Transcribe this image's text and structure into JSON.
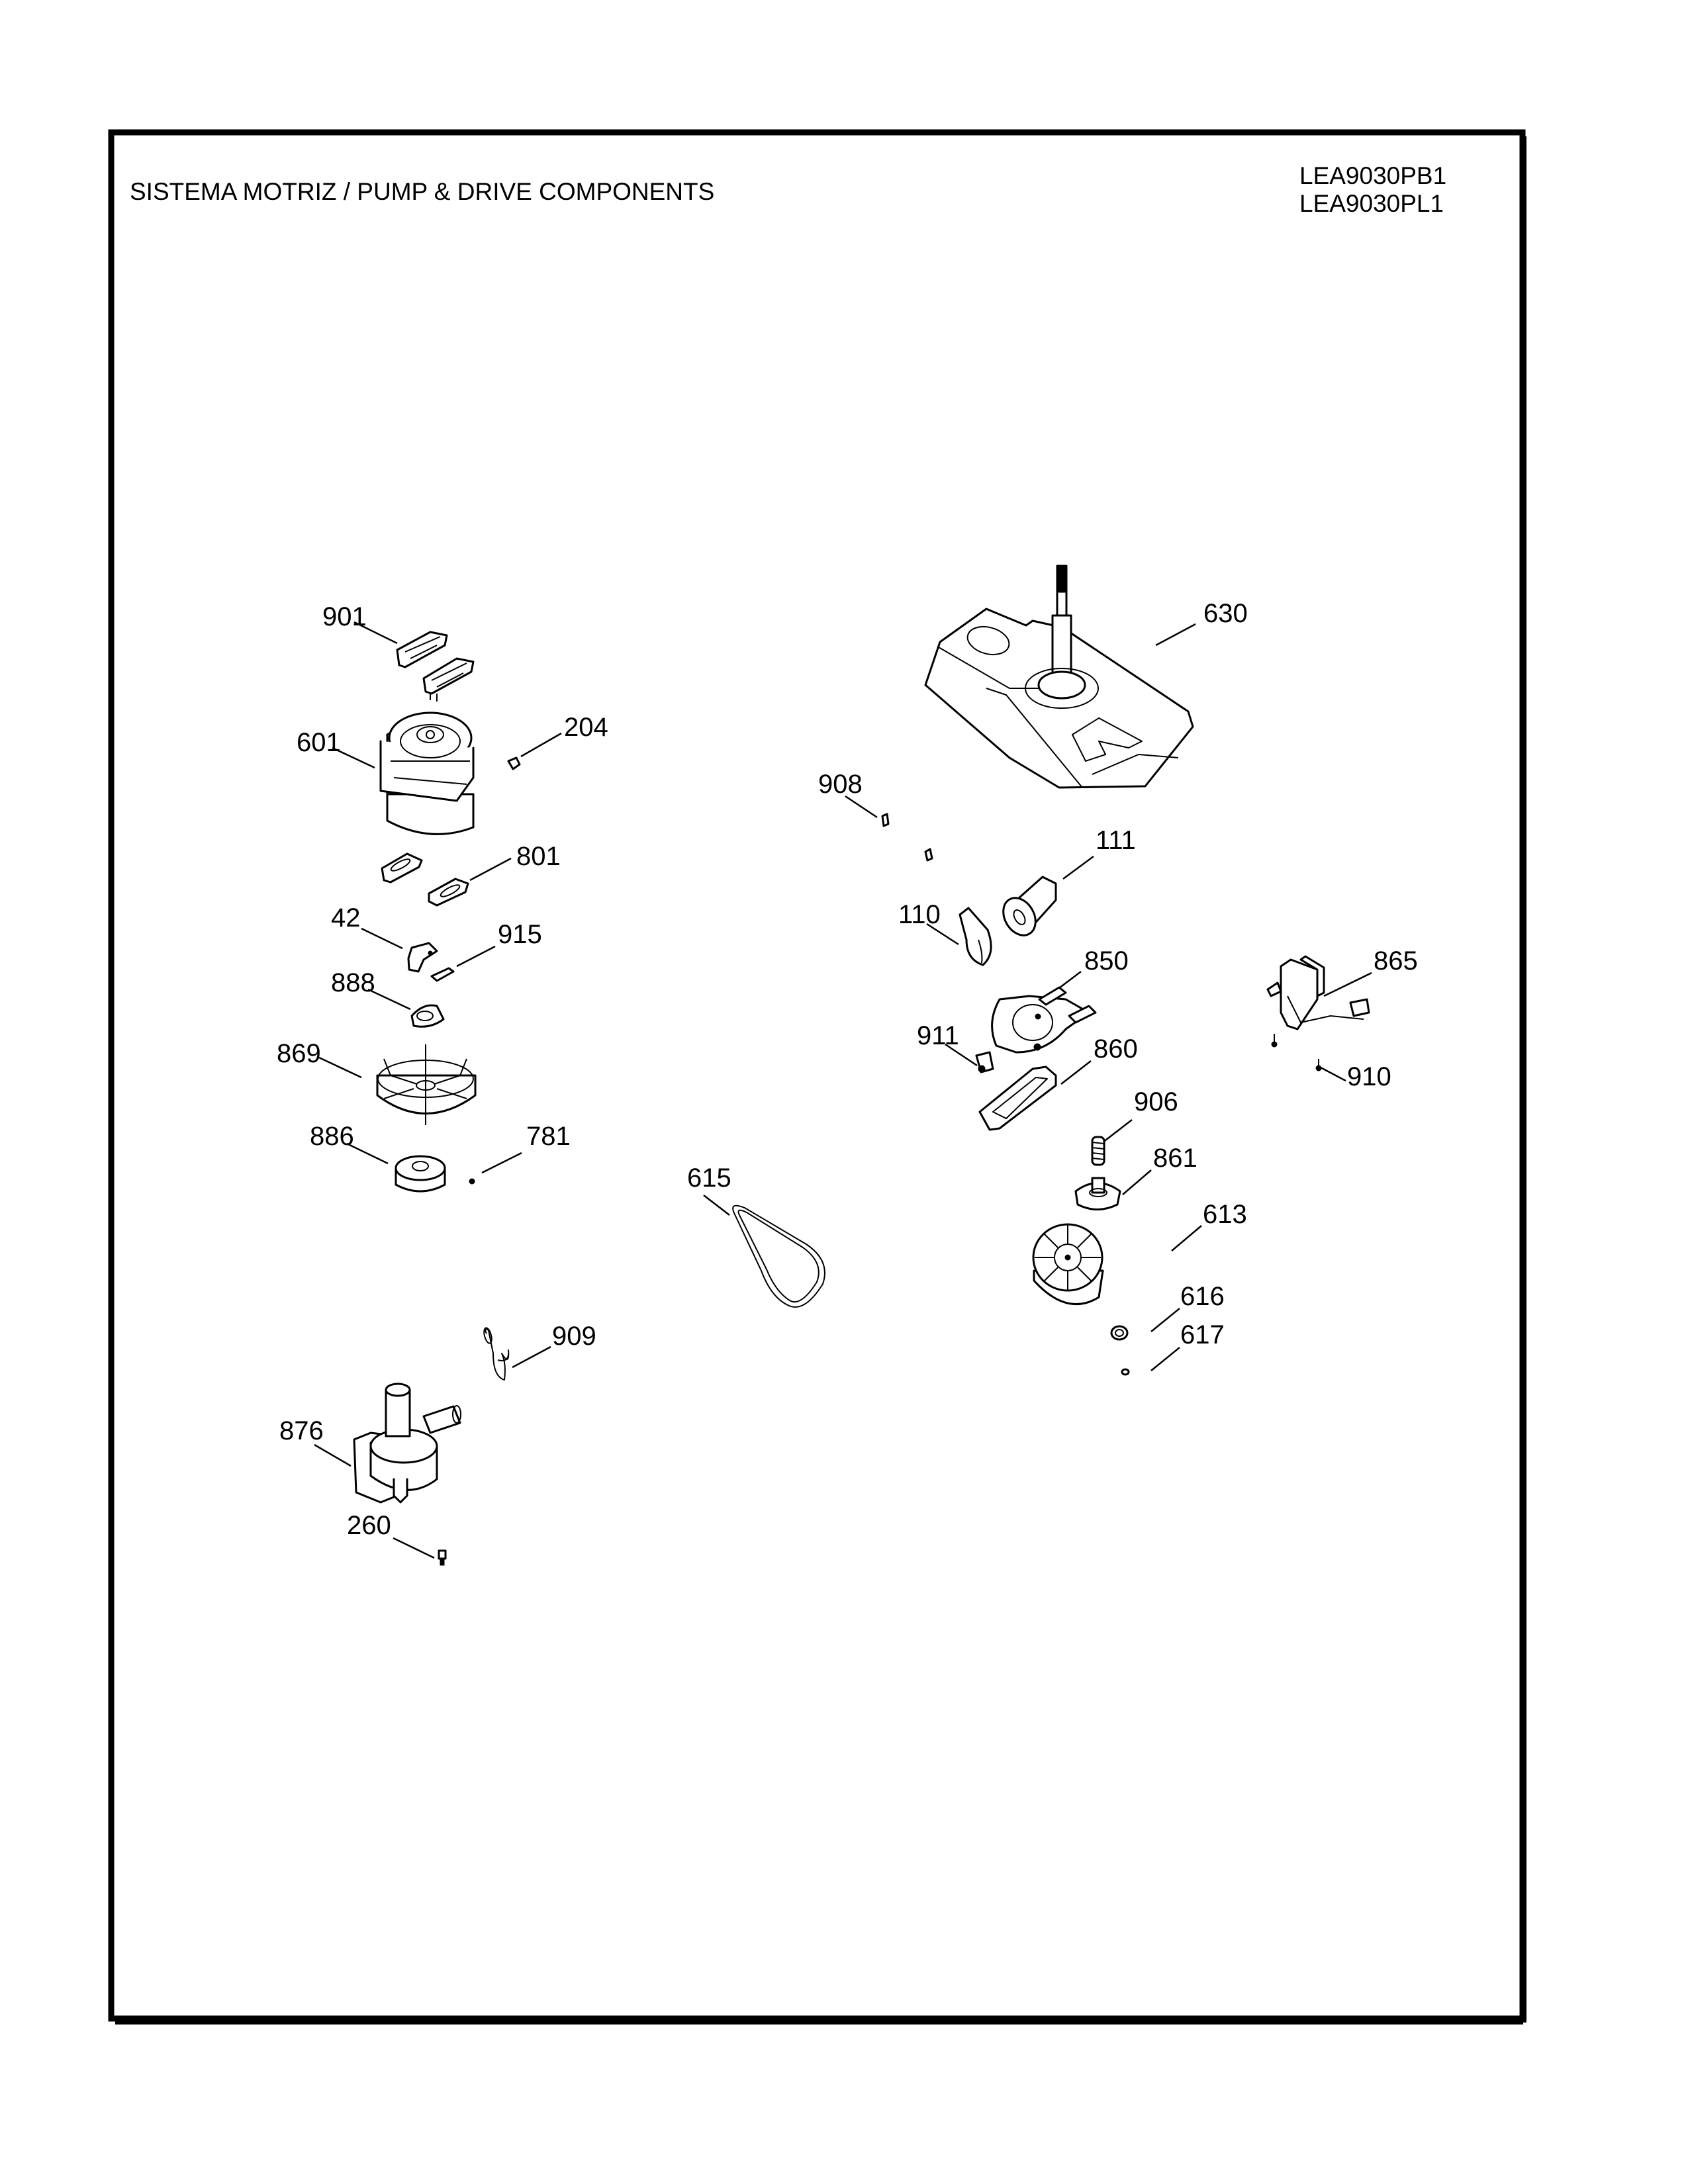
{
  "header": {
    "title": "SISTEMA MOTRIZ / PUMP  &  DRIVE COMPONENTS",
    "models": [
      "LEA9030PB1",
      "LEA9030PL1"
    ]
  },
  "colors": {
    "ink": "#000000",
    "paper": "#ffffff"
  },
  "parts": {
    "p901": {
      "number": "901",
      "icon": "motor-mount-pads"
    },
    "p601": {
      "number": "601",
      "icon": "drive-motor"
    },
    "p204": {
      "number": "204",
      "icon": "clip"
    },
    "p801": {
      "number": "801",
      "icon": "motor-mount-plates"
    },
    "p42": {
      "number": "42",
      "icon": "switch-actuator"
    },
    "p915": {
      "number": "915",
      "icon": "link-plate"
    },
    "p888": {
      "number": "888",
      "icon": "washer"
    },
    "p869": {
      "number": "869",
      "icon": "fan-blade"
    },
    "p886": {
      "number": "886",
      "icon": "motor-pulley"
    },
    "p781": {
      "number": "781",
      "icon": "set-screw"
    },
    "p909": {
      "number": "909",
      "icon": "wire-tie"
    },
    "p876": {
      "number": "876",
      "icon": "drain-pump"
    },
    "p260": {
      "number": "260",
      "icon": "screw"
    },
    "p630": {
      "number": "630",
      "icon": "transmission-base-plate"
    },
    "p908": {
      "number": "908",
      "icon": "clip-nut"
    },
    "p111": {
      "number": "111",
      "icon": "capacitor"
    },
    "p110": {
      "number": "110",
      "icon": "capacitor-strap"
    },
    "p850": {
      "number": "850",
      "icon": "brake-bracket"
    },
    "p865": {
      "number": "865",
      "icon": "shift-actuator"
    },
    "p911": {
      "number": "911",
      "icon": "screw"
    },
    "p860": {
      "number": "860",
      "icon": "brake-pad-holder"
    },
    "p910": {
      "number": "910",
      "icon": "screw"
    },
    "p906": {
      "number": "906",
      "icon": "spring"
    },
    "p861": {
      "number": "861",
      "icon": "clutch-gear"
    },
    "p615": {
      "number": "615",
      "icon": "drive-belt"
    },
    "p613": {
      "number": "613",
      "icon": "transmission-pulley"
    },
    "p616": {
      "number": "616",
      "icon": "washer"
    },
    "p617": {
      "number": "617",
      "icon": "nut"
    }
  }
}
